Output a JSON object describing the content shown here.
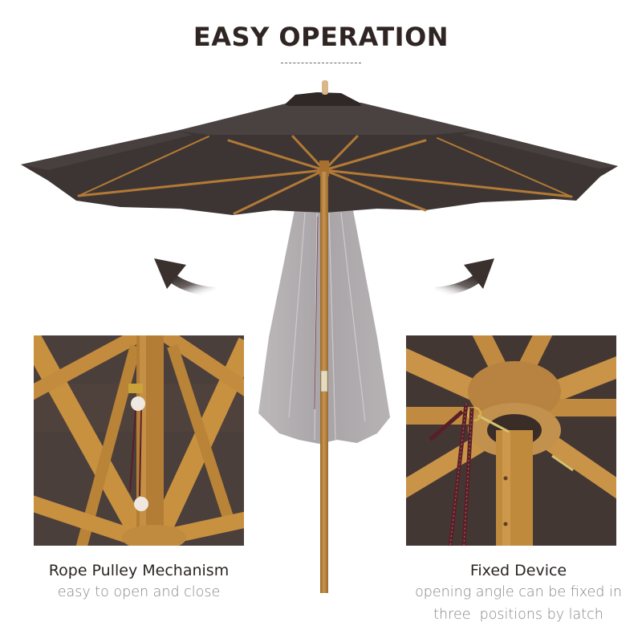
{
  "header": {
    "title": "EASY OPERATION"
  },
  "hero": {
    "subject": "patio umbrella open and closed",
    "canopy_color": "#3d3533",
    "pole_color": "#b07a3c",
    "closed_canopy_color": "#a9a4a6"
  },
  "arrows": [
    {
      "name": "open-arrow-left",
      "direction": "up-left"
    },
    {
      "name": "open-arrow-right",
      "direction": "up-right"
    }
  ],
  "details": [
    {
      "heading": "Rope Pulley Mechanism",
      "lines": [
        "easy to open and close"
      ]
    },
    {
      "heading": "Fixed Device",
      "lines": [
        "opening angle can be fixed in",
        "three  positions by latch"
      ]
    }
  ],
  "colors": {
    "title": "#2f2624",
    "caption_heading": "#2b2523",
    "caption_sub": "#8a8583",
    "wood": "#c8913f",
    "wood_dark": "#9a6a2c",
    "fabric_dark": "#463a36",
    "rope": "#5a1f26"
  }
}
